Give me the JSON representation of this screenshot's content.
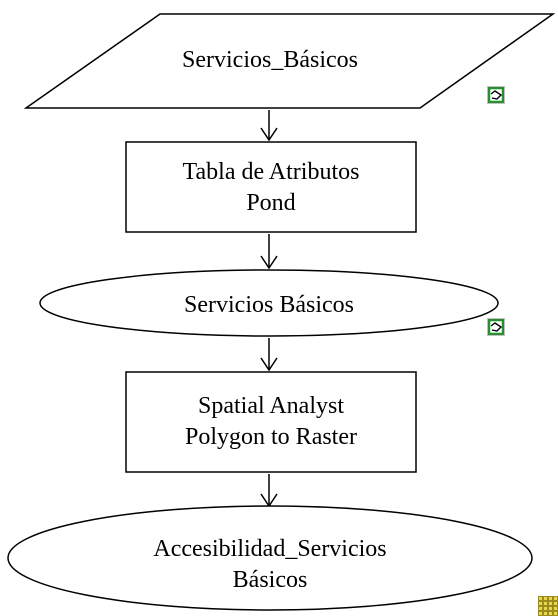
{
  "nodes": [
    {
      "id": "input",
      "shape": "parallelogram",
      "lines": [
        "Servicios_Básicos"
      ],
      "icon": "polygon-layer-icon"
    },
    {
      "id": "step1",
      "shape": "rectangle",
      "lines": [
        "Tabla de Atributos",
        "Pond"
      ]
    },
    {
      "id": "mid",
      "shape": "ellipse",
      "lines": [
        "Servicios Básicos"
      ],
      "icon": "polygon-layer-icon"
    },
    {
      "id": "step2",
      "shape": "rectangle",
      "lines": [
        "Spatial Analyst",
        "Polygon to Raster"
      ]
    },
    {
      "id": "output",
      "shape": "ellipse",
      "lines": [
        "Accesibilidad_Servicios",
        "Básicos"
      ],
      "icon": "raster-layer-icon"
    }
  ],
  "colors": {
    "stroke": "#000000",
    "background": "#ffffff",
    "icon_green": "#2e8b2e",
    "icon_raster": "#c8b000"
  }
}
